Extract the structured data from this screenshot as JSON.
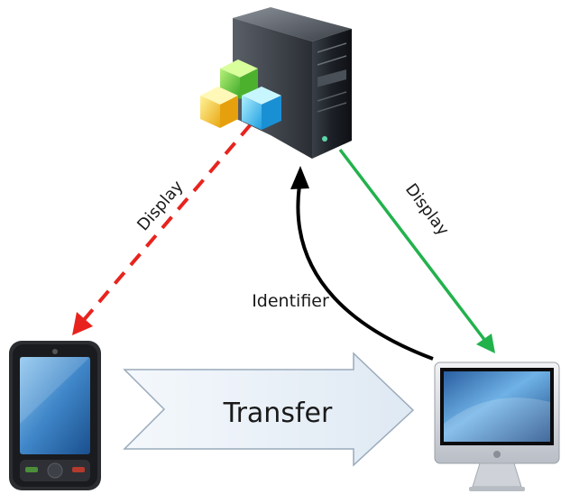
{
  "edges": {
    "server_to_phone": "Display",
    "server_to_desktop": "Display",
    "desktop_to_server": "Identifier",
    "phone_to_desktop": "Transfer"
  },
  "colors": {
    "server_to_phone": "#e8231e",
    "server_to_desktop": "#22b24c",
    "desktop_to_server": "#000000",
    "transfer_fill": "#eaf1f8",
    "transfer_stroke": "#9aaabb"
  },
  "icons": {
    "server": "server-tower-icon",
    "cubes": "colored-cubes-icon",
    "phone": "smartphone-icon",
    "desktop": "desktop-computer-icon"
  }
}
